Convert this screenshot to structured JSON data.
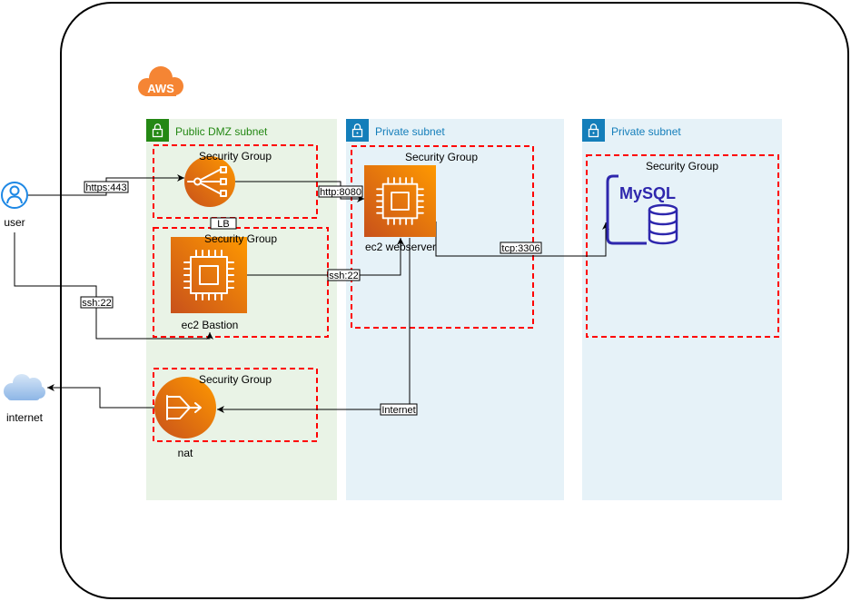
{
  "logo": {
    "text": "AWS"
  },
  "subnets": {
    "public": {
      "label": "Public DMZ subnet"
    },
    "private_web": {
      "label": "Private subnet"
    },
    "private_db": {
      "label": "Private subnet"
    }
  },
  "security_groups": {
    "lb": "Security Group",
    "bastion": "Security Group",
    "webserver": "Security Group",
    "database": "Security Group",
    "nat": "Security Group"
  },
  "nodes": {
    "user": "user",
    "internet": "internet",
    "load_balancer": "LB",
    "bastion": "ec2 Bastion",
    "webserver": "ec2 webserver",
    "database": "MySQL",
    "nat": "nat"
  },
  "edges": {
    "user_to_lb": "https:443",
    "lb_to_webserver": "http:8080",
    "user_to_bastion": "ssh:22",
    "bastion_to_webserver": "ssh:22",
    "webserver_to_database": "tcp:3306",
    "webserver_to_nat": "Internet"
  },
  "icons": {
    "logo": "aws-cloud-icon",
    "subnet": "lock-icon",
    "user": "user-icon",
    "internet": "cloud-icon",
    "load_balancer": "elastic-load-balancer-icon",
    "compute": "ec2-instance-icon",
    "database": "rds-mysql-icon",
    "nat": "nat-gateway-icon"
  },
  "colors": {
    "public_subnet": "#248814",
    "public_subnet_fill": "#E9F3E6",
    "private_subnet": "#147EBA",
    "private_subnet_fill": "#E6F2F8",
    "security_group": "#FF0000",
    "aws_orange": "#F58534",
    "compute_gradient_start": "#C8511B",
    "compute_gradient_end": "#FF9900",
    "database": "#2E27AD",
    "user": "#1E88E5",
    "internet": "#A9CBEF"
  }
}
